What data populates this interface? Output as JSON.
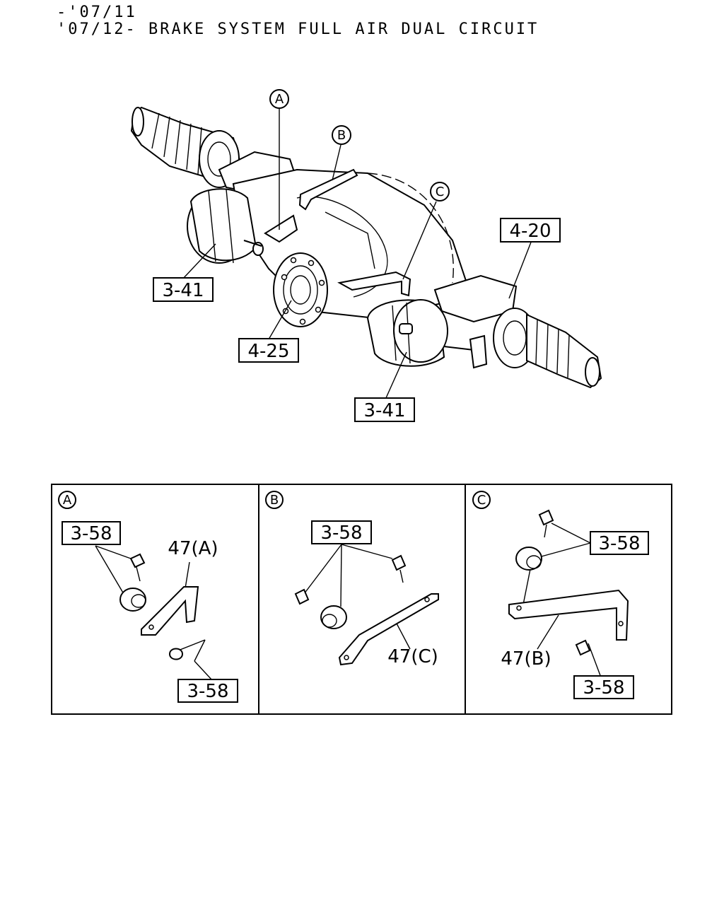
{
  "header": {
    "date_range_line1": "-'07/11",
    "date_range_line2": "'07/12-",
    "title": "BRAKE SYSTEM FULL AIR DUAL CIRCUIT"
  },
  "main_diagram": {
    "markers": {
      "a": "A",
      "b": "B",
      "c": "C"
    },
    "callouts": {
      "ref_4_20": "4-20",
      "ref_3_41_left": "3-41",
      "ref_4_25": "4-25",
      "ref_3_41_bottom": "3-41"
    }
  },
  "detail_panels": [
    {
      "marker": "A",
      "bolt_ref_top": "3-58",
      "bracket_label": "47(A)",
      "bolt_ref_bottom": "3-58"
    },
    {
      "marker": "B",
      "bolt_ref_top": "3-58",
      "bracket_label": "47(C)"
    },
    {
      "marker": "C",
      "bolt_ref_top": "3-58",
      "bracket_label": "47(B)",
      "bolt_ref_bottom": "3-58"
    }
  ]
}
